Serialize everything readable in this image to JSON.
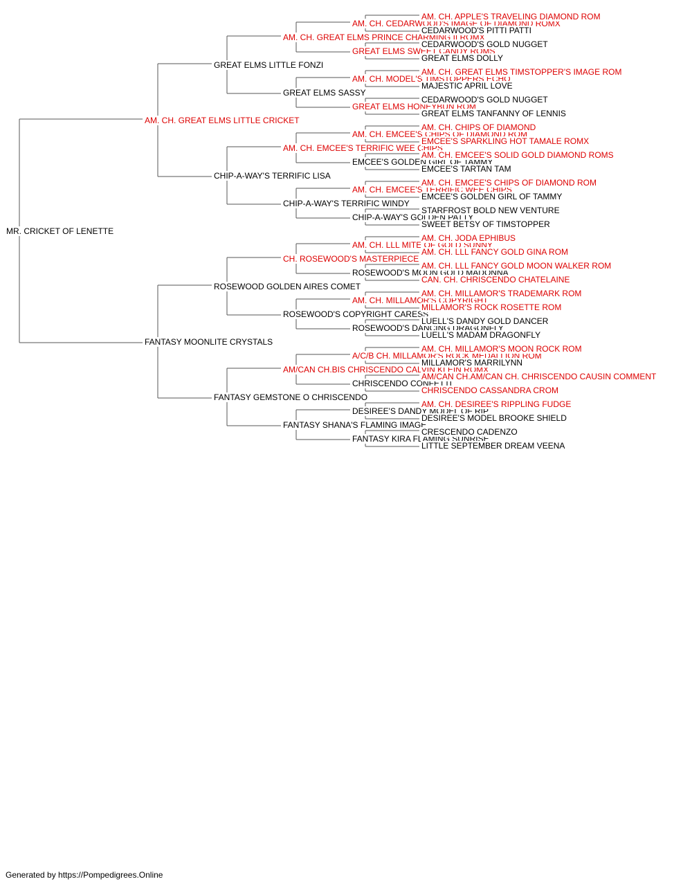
{
  "colors": {
    "champion": "#dd0000",
    "normal": "#000000",
    "line": "#555555"
  },
  "pedigree": {
    "name": "MR. CRICKET OF LENETTE",
    "champion": false,
    "sire": {
      "name": "AM. CH. GREAT ELMS LITTLE CRICKET",
      "champion": true,
      "sire": {
        "name": "GREAT ELMS LITTLE FONZI",
        "champion": false,
        "sire": {
          "name": "AM. CH. GREAT ELMS PRINCE CHARMING II ROMX",
          "champion": true,
          "sire": {
            "name": "AM. CH. CEDARWOOD'S IMAGE OF DIAMOND ROMX",
            "champion": true,
            "sire": {
              "name": "AM. CH. APPLE'S TRAVELING DIAMOND ROM",
              "champion": true
            },
            "dam": {
              "name": "CEDARWOOD'S PITTI PATTI",
              "champion": false
            }
          },
          "dam": {
            "name": "GREAT ELMS SWEET CANDY ROMS",
            "champion": true,
            "sire": {
              "name": "CEDARWOOD'S GOLD NUGGET",
              "champion": false
            },
            "dam": {
              "name": "GREAT ELMS DOLLY",
              "champion": false
            }
          }
        },
        "dam": {
          "name": "GREAT ELMS SASSY",
          "champion": false,
          "sire": {
            "name": "AM. CH. MODEL'S TIMSTOPPERS ECHO",
            "champion": true,
            "sire": {
              "name": "AM. CH. GREAT ELMS TIMSTOPPER'S IMAGE ROM",
              "champion": true
            },
            "dam": {
              "name": "MAJESTIC APRIL LOVE",
              "champion": false
            }
          },
          "dam": {
            "name": "GREAT ELMS HONEYBUN ROM",
            "champion": true,
            "sire": {
              "name": "CEDARWOOD'S GOLD NUGGET",
              "champion": false
            },
            "dam": {
              "name": "GREAT ELMS TANFANNY OF LENNIS",
              "champion": false
            }
          }
        }
      },
      "dam": {
        "name": "CHIP-A-WAY'S TERRIFIC LISA",
        "champion": false,
        "sire": {
          "name": "AM. CH. EMCEE'S TERRIFIC WEE CHIPS",
          "champion": true,
          "sire": {
            "name": "AM. CH. EMCEE'S CHIPS OF DIAMOND ROM",
            "champion": true,
            "sire": {
              "name": "AM. CH. CHIPS OF DIAMOND",
              "champion": true
            },
            "dam": {
              "name": "EMCEE'S SPARKLING HOT TAMALE ROMX",
              "champion": true
            }
          },
          "dam": {
            "name": "EMCEE'S GOLDEN GIRL OF TAMMY",
            "champion": false,
            "sire": {
              "name": "AM. CH. EMCEE'S SOLID GOLD DIAMOND ROMS",
              "champion": true
            },
            "dam": {
              "name": "EMCEE'S TARTAN TAM",
              "champion": false
            }
          }
        },
        "dam": {
          "name": "CHIP-A-WAY'S TERRIFIC WINDY",
          "champion": false,
          "sire": {
            "name": "AM. CH. EMCEE'S TERRIFIC WEE CHIPS",
            "champion": true,
            "sire": {
              "name": "AM. CH. EMCEE'S CHIPS OF DIAMOND ROM",
              "champion": true
            },
            "dam": {
              "name": "EMCEE'S GOLDEN GIRL OF TAMMY",
              "champion": false
            }
          },
          "dam": {
            "name": "CHIP-A-WAY'S GOLDEN PATTY",
            "champion": false,
            "sire": {
              "name": "STARFROST BOLD NEW VENTURE",
              "champion": false
            },
            "dam": {
              "name": "SWEET BETSY OF TIMSTOPPER",
              "champion": false
            }
          }
        }
      }
    },
    "dam": {
      "name": "FANTASY MOONLITE CRYSTALS",
      "champion": false,
      "sire": {
        "name": "ROSEWOOD GOLDEN AIRES COMET",
        "champion": false,
        "sire": {
          "name": "CH. ROSEWOOD'S MASTERPIECE",
          "champion": true,
          "sire": {
            "name": "AM. CH. LLL MITE OF GOLD SUNNY",
            "champion": true,
            "sire": {
              "name": "AM. CH. JODA EPHIBUS",
              "champion": true
            },
            "dam": {
              "name": "AM. CH. LLL FANCY GOLD GINA ROM",
              "champion": true
            }
          },
          "dam": {
            "name": "ROSEWOOD'S MOON GOLD MADONNA",
            "champion": false,
            "sire": {
              "name": "AM. CH. LLL FANCY GOLD MOON WALKER ROM",
              "champion": true
            },
            "dam": {
              "name": "CAN. CH. CHRISCENDO CHATELAINE",
              "champion": true
            }
          }
        },
        "dam": {
          "name": "ROSEWOOD'S COPYRIGHT CARESS",
          "champion": false,
          "sire": {
            "name": "AM. CH. MILLAMOR'S COPYRIGHT",
            "champion": true,
            "sire": {
              "name": "AM. CH. MILLAMOR'S TRADEMARK ROM",
              "champion": true
            },
            "dam": {
              "name": "MILLAMOR'S ROCK ROSETTE ROM",
              "champion": true
            }
          },
          "dam": {
            "name": "ROSEWOOD'S DANCING DRAGONFLY",
            "champion": false,
            "sire": {
              "name": "LUELL'S DANDY GOLD DANCER",
              "champion": false
            },
            "dam": {
              "name": "LUELL'S MADAM DRAGONFLY",
              "champion": false
            }
          }
        }
      },
      "dam": {
        "name": "FANTASY GEMSTONE O CHRISCENDO",
        "champion": false,
        "sire": {
          "name": "AM/CAN CH.BIS CHRISCENDO CALVIN KLEIN ROMX",
          "champion": true,
          "sire": {
            "name": "A/C/B CH. MILLAMOR'S ROCK MEDALLION ROM",
            "champion": true,
            "sire": {
              "name": "AM. CH. MILLAMOR'S MOON ROCK ROM",
              "champion": true
            },
            "dam": {
              "name": "MILLAMOR'S MARRILYNN",
              "champion": false
            }
          },
          "dam": {
            "name": "CHRISCENDO CONFETTI",
            "champion": false,
            "sire": {
              "name": "AM/CAN CH.AM/CAN CH. CHRISCENDO CAUSIN COMMENT",
              "champion": true
            },
            "dam": {
              "name": "CHRISCENDO CASSANDRA CROM",
              "champion": true
            }
          }
        },
        "dam": {
          "name": "FANTASY SHANA'S FLAMING IMAGE",
          "champion": false,
          "sire": {
            "name": "DESIREE'S DANDY MODEL OF RIP",
            "champion": false,
            "sire": {
              "name": "AM. CH. DESIREE'S RIPPLING FUDGE",
              "champion": true
            },
            "dam": {
              "name": "DESIREE'S MODEL BROOKE SHIELD",
              "champion": false
            }
          },
          "dam": {
            "name": "FANTASY KIRA FLAMING SUNRISE",
            "champion": false,
            "sire": {
              "name": "CRESCENDO CADENZO",
              "champion": false
            },
            "dam": {
              "name": "LITTLE SEPTEMBER DREAM VEENA",
              "champion": false
            }
          }
        }
      }
    }
  },
  "footer": "Generated by https://Pompedigrees.Online"
}
